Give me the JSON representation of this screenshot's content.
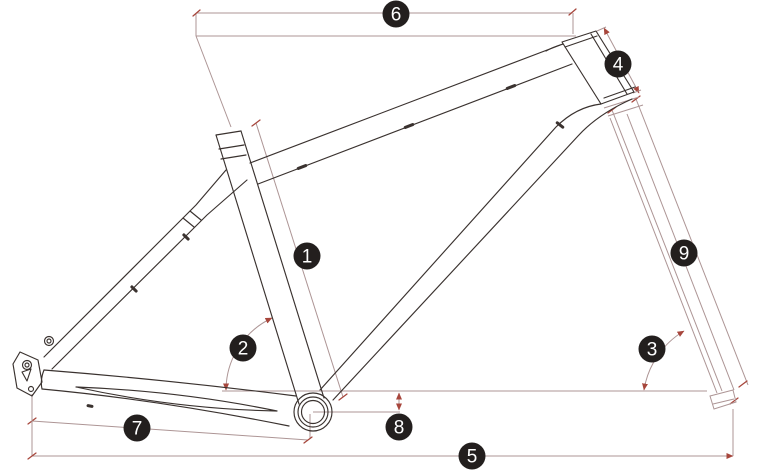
{
  "diagram": {
    "callouts": [
      "1",
      "2",
      "3",
      "4",
      "5",
      "6",
      "7",
      "8",
      "9"
    ],
    "colors": {
      "frame_line": "#3a322f",
      "dimension_line": "#ad9595",
      "tick_arrow": "#a7463c",
      "badge_fill": "#231f1e",
      "badge_text": "#ffffff",
      "background": "#ffffff"
    }
  }
}
